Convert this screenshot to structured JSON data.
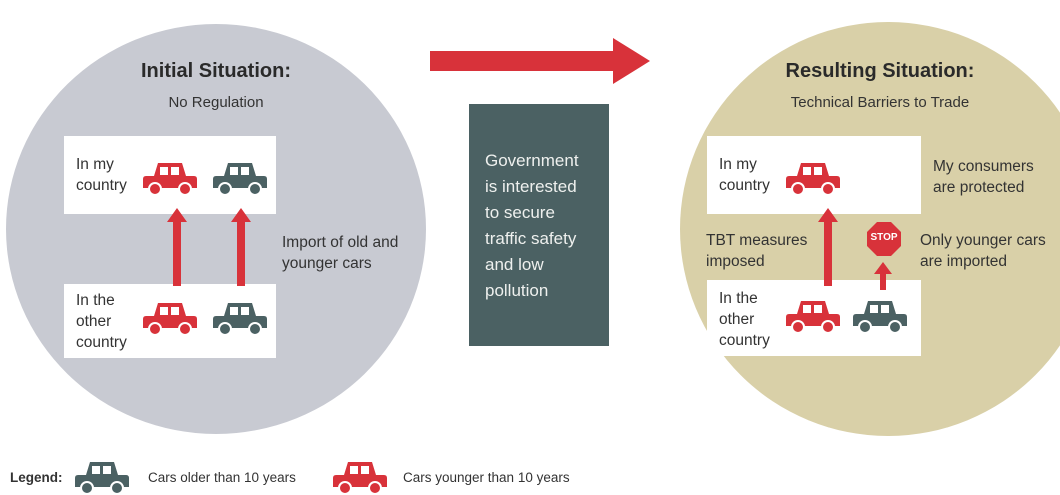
{
  "colors": {
    "left_circle": "#c8cad2",
    "right_circle": "#d9d0a8",
    "red_car": "#d8323a",
    "grey_car": "#4b6163",
    "government_box": "#4b6163",
    "arrow": "#d8323a"
  },
  "initial": {
    "title": "Initial Situation:",
    "subtitle": "No Regulation",
    "my_country": "In my\ncountry",
    "other_country": "In the\nother\ncountry",
    "import_note": "Import of old and\nyounger cars"
  },
  "government": {
    "text": "Government\nis interested\nto secure\ntraffic safety\nand low\npollution"
  },
  "resulting": {
    "title": "Resulting Situation:",
    "subtitle": "Technical Barriers to Trade",
    "my_country": "In my\ncountry",
    "other_country": "In the\nother\ncountry",
    "consumers_note": "My consumers\nare protected",
    "tbt_note": "TBT measures\nimposed",
    "younger_note": "Only younger cars\nare imported",
    "stop_sign": "STOP"
  },
  "legend": {
    "title": "Legend:",
    "older": "Cars older than 10 years",
    "younger": "Cars younger than 10 years"
  }
}
